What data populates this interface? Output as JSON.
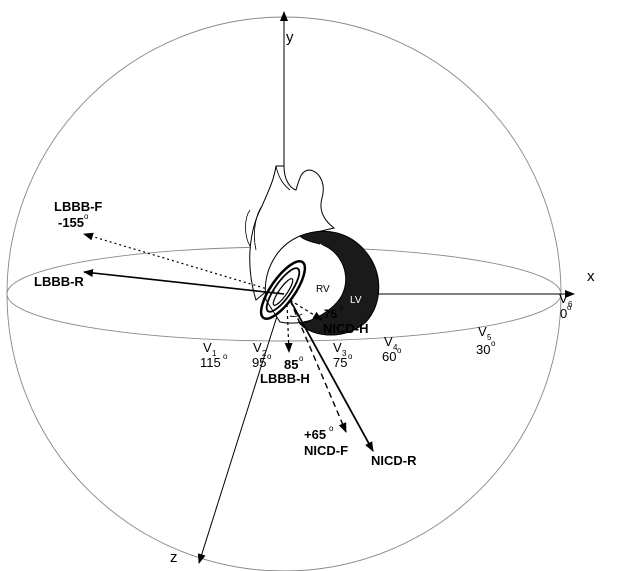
{
  "axes": {
    "x": "x",
    "y": "y",
    "z": "z"
  },
  "heart": {
    "rv": "RV",
    "lv": "LV"
  },
  "leads": [
    {
      "name": "V",
      "sub": "1",
      "angle": "115",
      "deg": "o"
    },
    {
      "name": "V",
      "sub": "2",
      "angle": "95",
      "deg": "o"
    },
    {
      "name": "V",
      "sub": "3",
      "angle": "75",
      "deg": "o"
    },
    {
      "name": "V",
      "sub": "4",
      "angle": "60",
      "deg": "o"
    },
    {
      "name": "V",
      "sub": "5",
      "angle": "30",
      "deg": "o"
    },
    {
      "name": "V",
      "sub": "6",
      "angle": "0",
      "deg": "o"
    }
  ],
  "vectors": {
    "lbbb_f": {
      "label": "LBBB-F",
      "angle": "-155",
      "deg": "o"
    },
    "lbbb_r": {
      "label": "LBBB-R"
    },
    "lbbb_h": {
      "label": "LBBB-H",
      "angle": "85",
      "deg": "o"
    },
    "nicd_h": {
      "label": "NICD-H",
      "angle": "75",
      "deg": "o"
    },
    "nicd_f": {
      "label": "NICD-F",
      "angle": "+65",
      "deg": "o"
    },
    "nicd_r": {
      "label": "NICD-R"
    }
  }
}
